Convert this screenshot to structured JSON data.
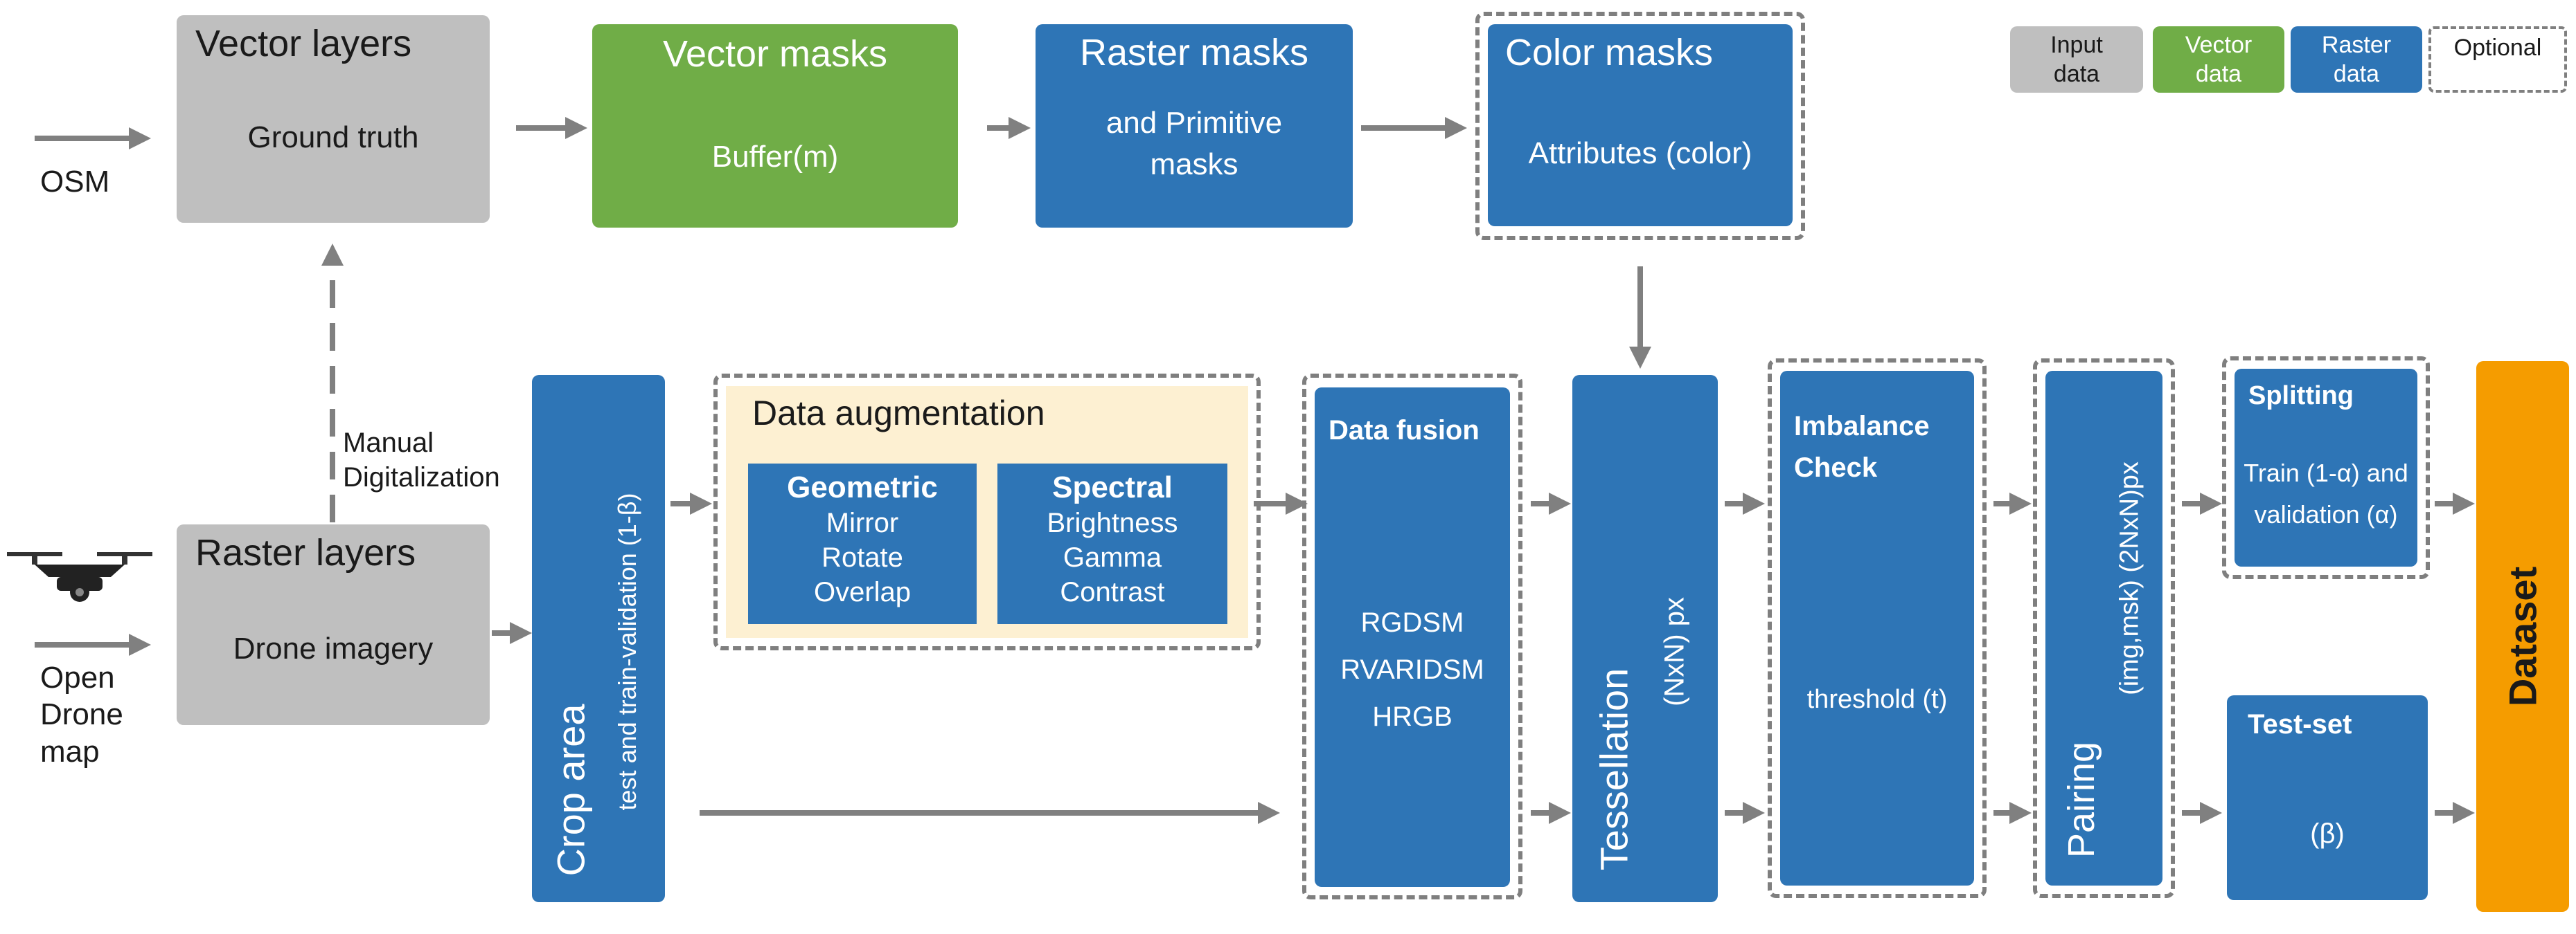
{
  "inputs": {
    "osm": "OSM",
    "odm_line1": "Open",
    "odm_line2": "Drone",
    "odm_line3": "map",
    "manual_line1": "Manual",
    "manual_line2": "Digitalization"
  },
  "vector_layers": {
    "title": "Vector layers",
    "subtitle": "Ground truth"
  },
  "raster_layers": {
    "title": "Raster layers",
    "subtitle": "Drone imagery"
  },
  "vector_masks": {
    "title": "Vector masks",
    "subtitle": "Buffer(m)"
  },
  "raster_masks": {
    "title": "Raster masks",
    "line1": "and Primitive",
    "line2": "masks"
  },
  "color_masks": {
    "title": "Color masks",
    "subtitle": "Attributes (color)"
  },
  "crop": {
    "title": "Crop area",
    "subtitle": "test and train-validation (1-β)"
  },
  "augmentation": {
    "title": "Data augmentation",
    "geometric": {
      "title": "Geometric",
      "items": [
        "Mirror",
        "Rotate",
        "Overlap"
      ]
    },
    "spectral": {
      "title": "Spectral",
      "items": [
        "Brightness",
        "Gamma",
        "Contrast"
      ]
    }
  },
  "fusion": {
    "title": "Data fusion",
    "items": [
      "RGDSM",
      "RVARIDSM",
      "HRGB"
    ]
  },
  "tessellation": {
    "title": "Tessellation",
    "subtitle": "(NxN) px"
  },
  "imbalance": {
    "title_line1": "Imbalance",
    "title_line2": "Check",
    "subtitle": "threshold (t)"
  },
  "pairing": {
    "title": "Pairing",
    "subtitle": "(img,msk) (2NxN)px"
  },
  "splitting": {
    "title": "Splitting",
    "line1": "Train (1-α) and",
    "line2": "validation (α)"
  },
  "testset": {
    "title": "Test-set",
    "subtitle": "(β)"
  },
  "dataset": {
    "title": "Dataset"
  },
  "legend": {
    "input_line1": "Input",
    "input_line2": "data",
    "vector_line1": "Vector",
    "vector_line2": "data",
    "raster_line1": "Raster",
    "raster_line2": "data",
    "optional": "Optional"
  },
  "colors": {
    "input": "#bfbfbf",
    "vector": "#70ad47",
    "raster": "#2e75b6",
    "dataset": "#f59c00",
    "augmentation_bg": "#fdf0d2",
    "arrow": "#808080"
  }
}
